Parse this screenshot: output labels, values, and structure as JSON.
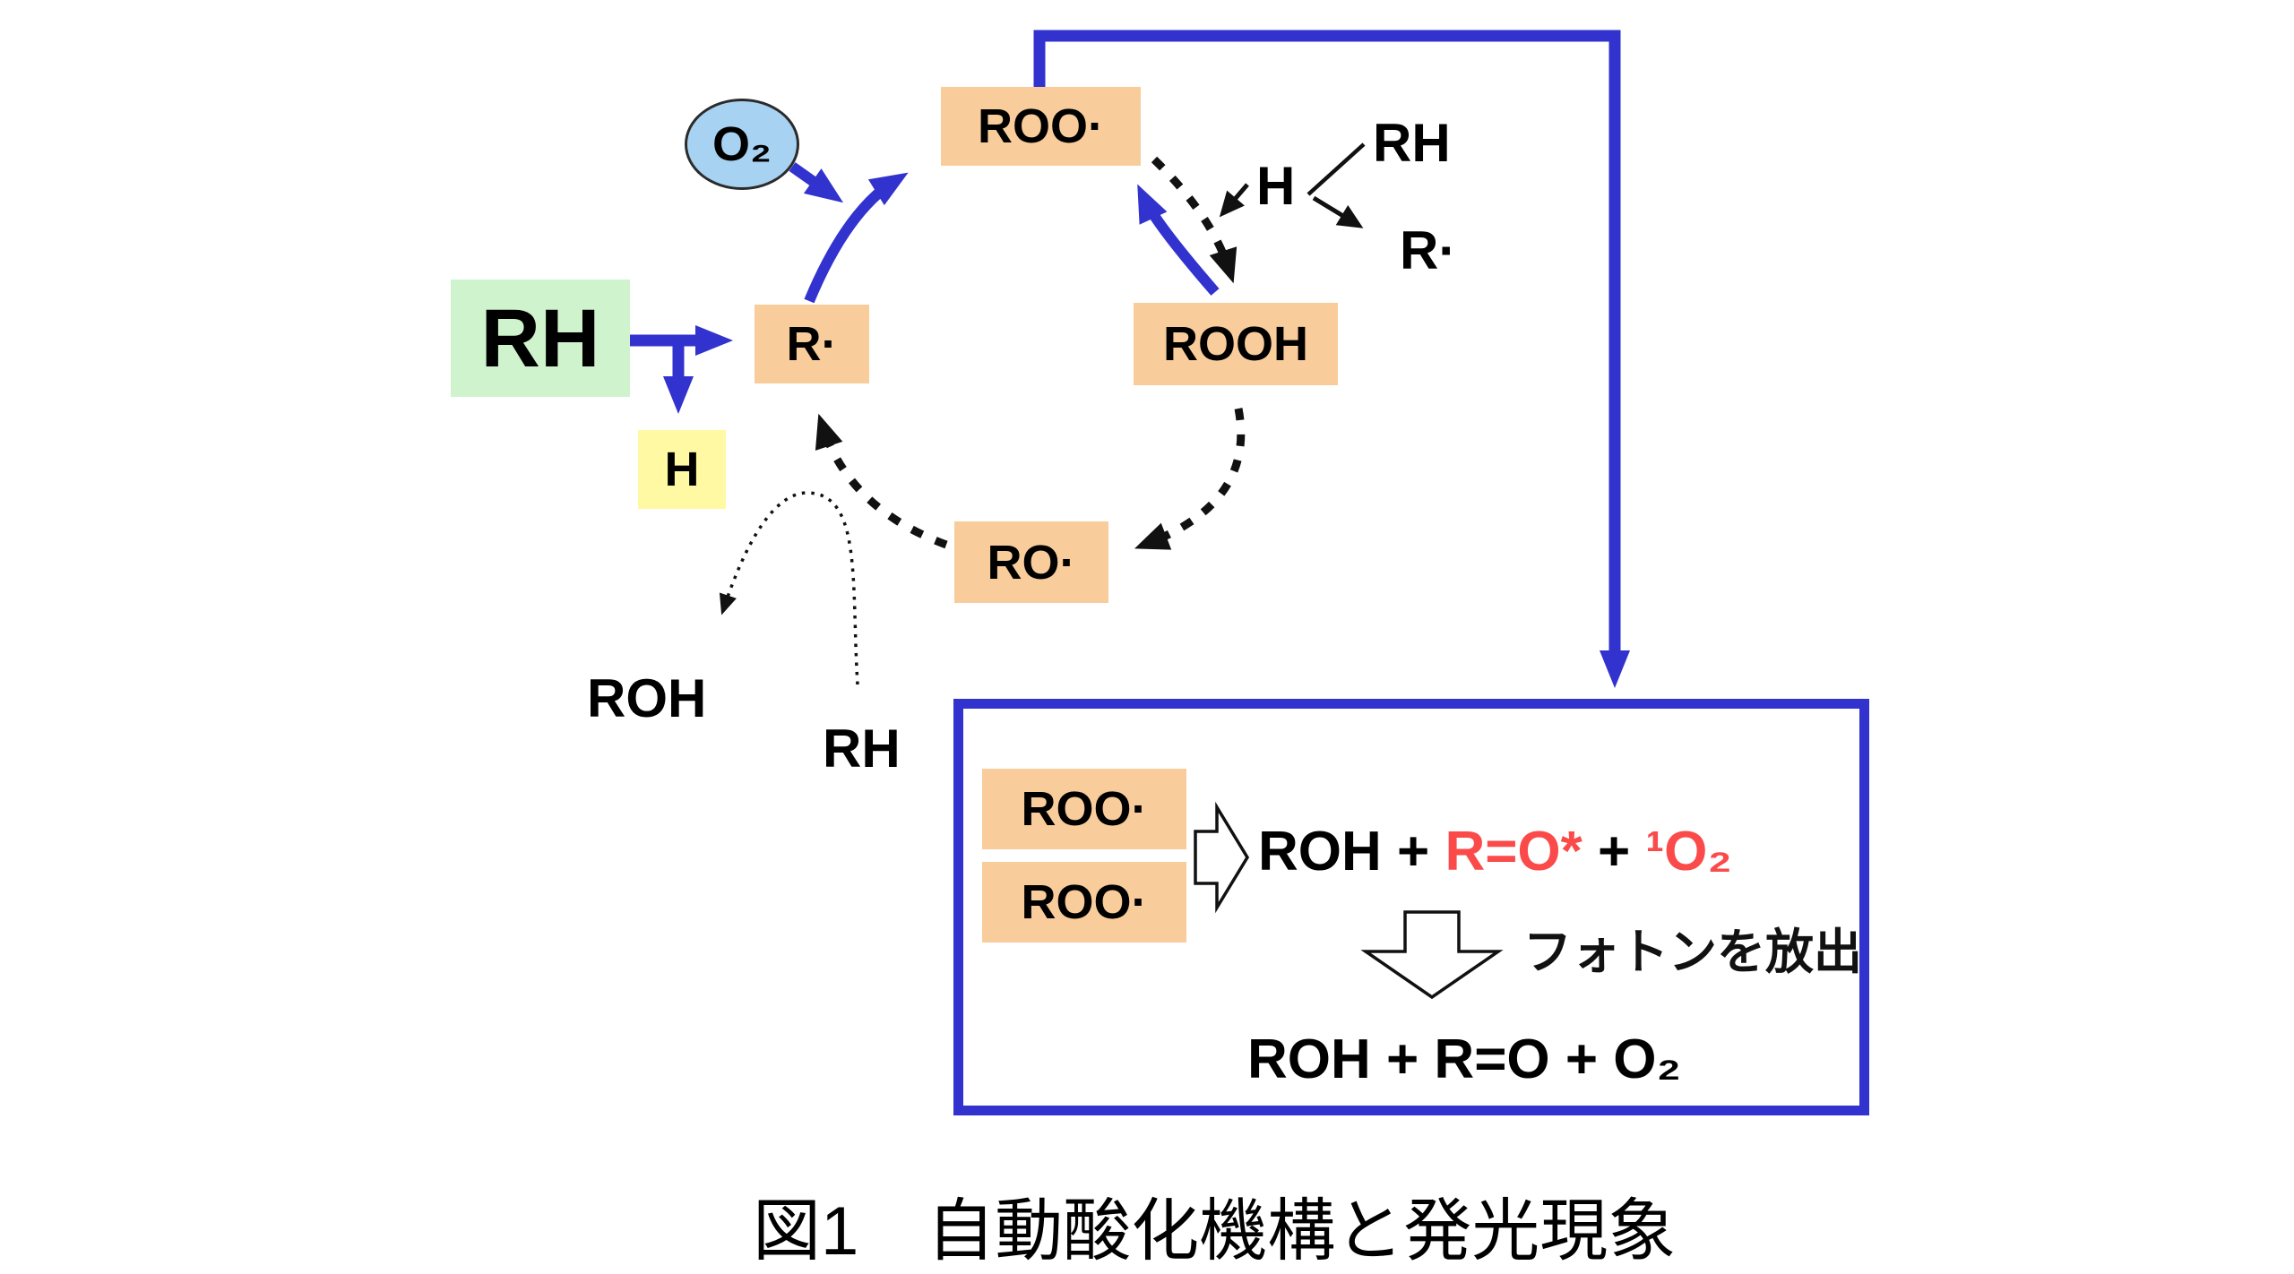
{
  "diagram": {
    "o2": "O₂",
    "rh_source": "RH",
    "r_radical_box": "R·",
    "h_atom_box": "H",
    "roo_radical_box": "ROO·",
    "rooh_box": "ROOH",
    "ro_radical_box": "RO·",
    "label_h": "H",
    "label_rh_top": "RH",
    "label_r_radical": "R·",
    "label_roh": "ROH",
    "label_rh_bottom": "RH"
  },
  "reaction_box": {
    "roo_1": "ROO·",
    "roo_2": "ROO·",
    "eq1_part1": "ROH + ",
    "eq1_part2": "R=O*",
    "eq1_part3": " + ",
    "eq1_part4": "¹O₂",
    "photon_note": "フォトンを放出",
    "eq2": "ROH + R=O + O₂"
  },
  "caption": "図1　自動酸化機構と発光現象",
  "colors": {
    "blue": "#3232CE",
    "peach": "#F9CC9B",
    "green": "#CFF4CD",
    "yellow": "#FEF9A2",
    "light_blue": "#A7D2F2",
    "red": "#FB4A4A",
    "black": "#111111"
  }
}
